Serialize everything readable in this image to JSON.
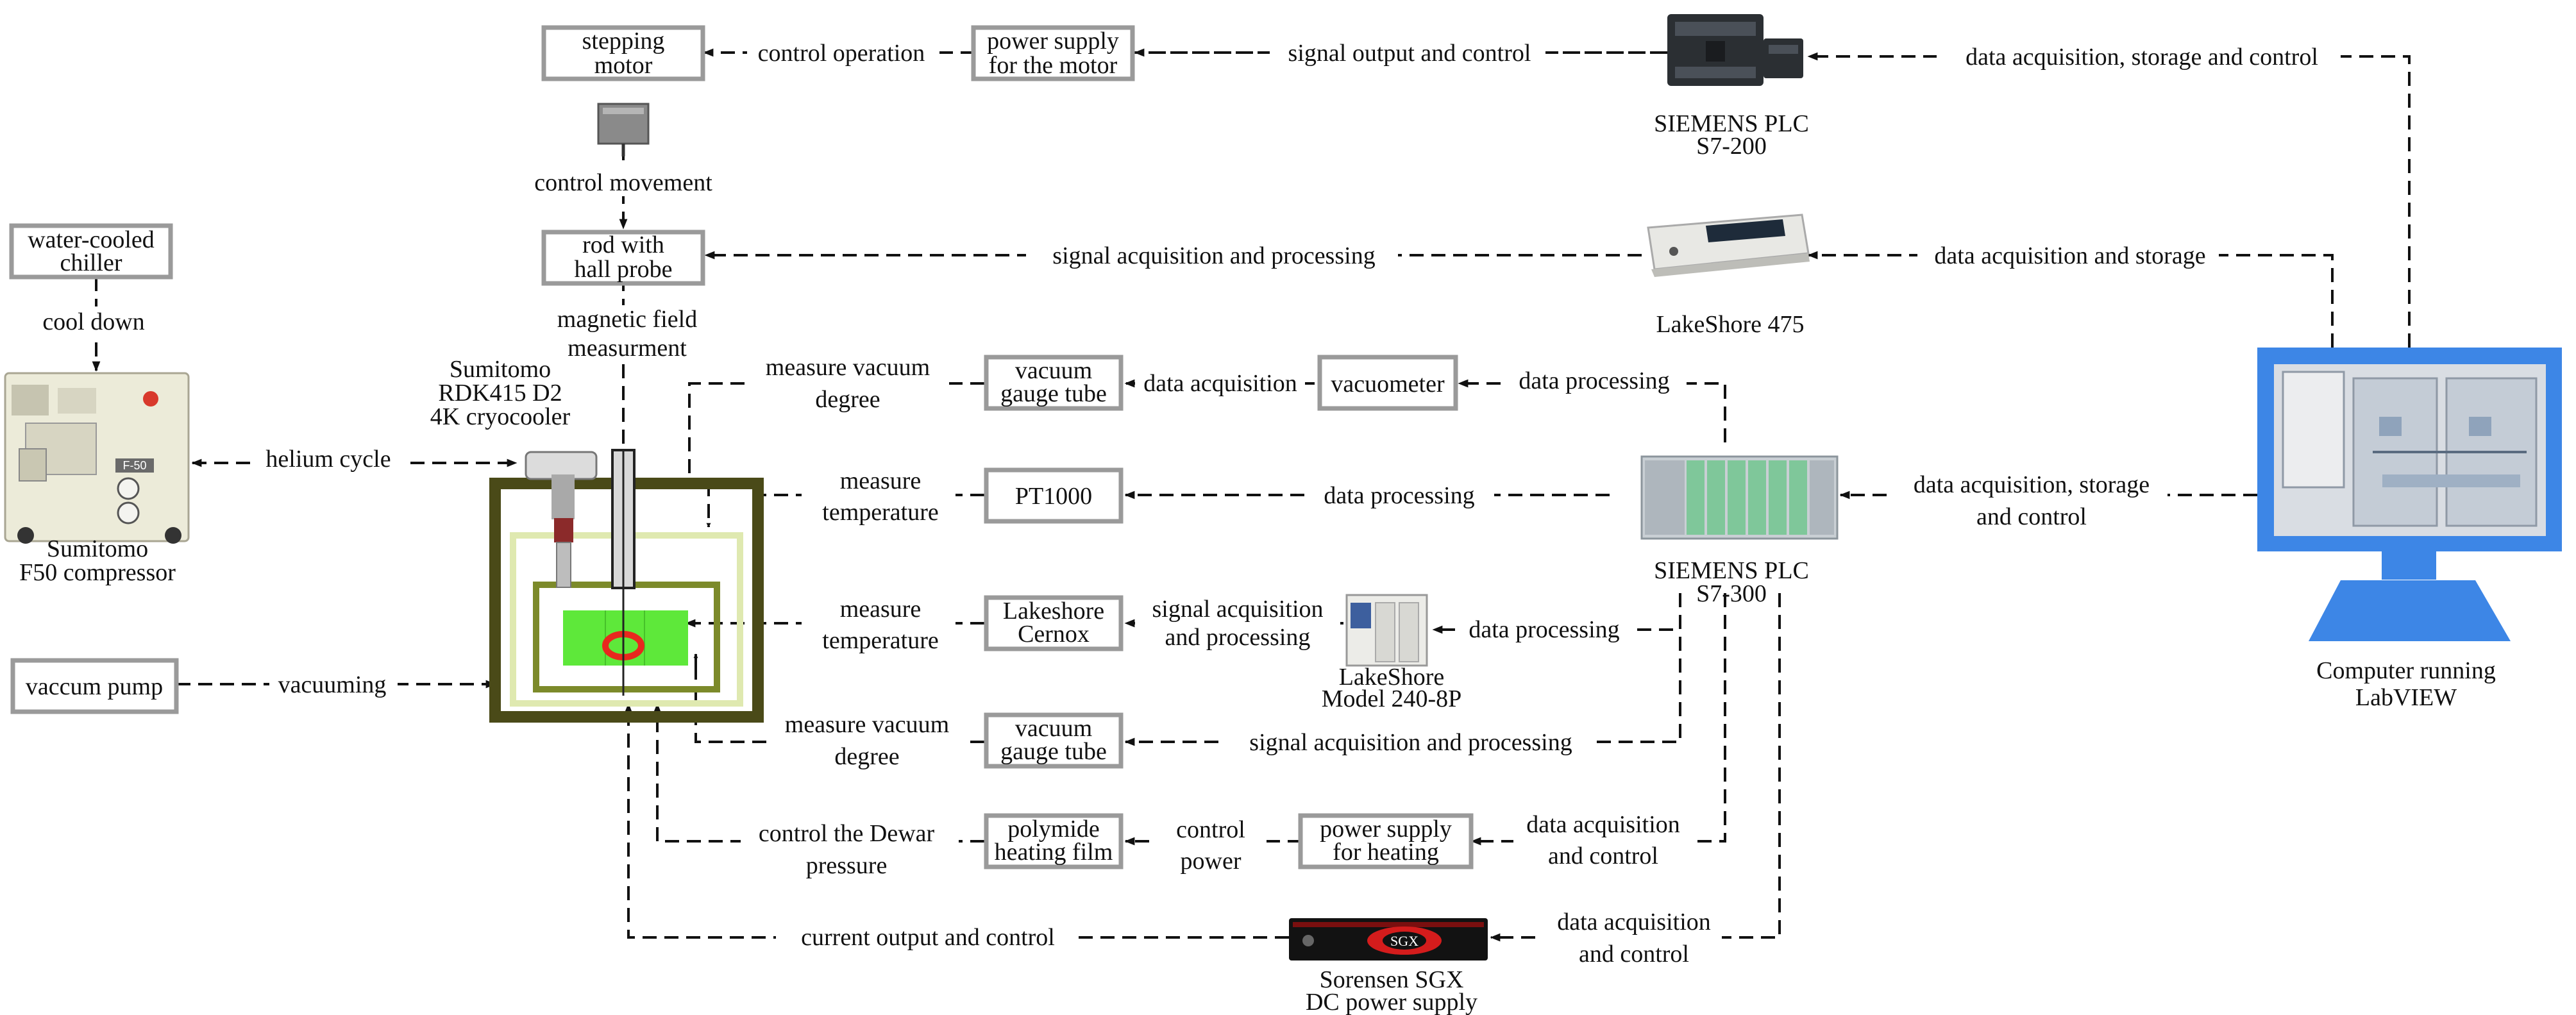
{
  "boxes": {
    "stepping_motor": [
      "stepping",
      "motor"
    ],
    "power_supply_motor": [
      "power supply",
      "for the motor"
    ],
    "rod_hall_probe": [
      "rod with",
      "hall probe"
    ],
    "water_chiller": [
      "water-cooled",
      "chiller"
    ],
    "vacuum_gauge_1": [
      "vacuum",
      "gauge tube"
    ],
    "vacuometer": [
      "vacuometer"
    ],
    "pt1000": [
      "PT1000"
    ],
    "lakeshore_cernox": [
      "Lakeshore",
      "Cernox"
    ],
    "vacuum_gauge_2": [
      "vacuum",
      "gauge tube"
    ],
    "polymide_film": [
      "polymide",
      "heating film"
    ],
    "power_supply_heating": [
      "power supply",
      "for heating"
    ],
    "vaccum_pump": [
      "vaccum pump"
    ]
  },
  "device_labels": {
    "siemens_s7_200": [
      "SIEMENS PLC",
      "S7-200"
    ],
    "lakeshore_475": [
      "LakeShore 475"
    ],
    "siemens_s7_300": [
      "SIEMENS PLC",
      "S7-300"
    ],
    "lakeshore_240": [
      "LakeShore",
      "Model 240-8P"
    ],
    "sorensen": [
      "Sorensen SGX",
      "DC power supply"
    ],
    "computer": [
      "Computer running",
      "LabVIEW"
    ],
    "compressor": [
      "Sumitomo",
      "F50 compressor"
    ],
    "cryocooler": [
      "Sumitomo",
      "RDK415 D2",
      "4K cryocooler"
    ],
    "compressor_badge": "F-50",
    "sorensen_badge": "SGX"
  },
  "edge_labels": {
    "control_operation": [
      "control operation"
    ],
    "signal_output_control": [
      "signal output and control"
    ],
    "daq_storage_control_top": [
      "data acquisition, storage and control"
    ],
    "control_movement": [
      "control movement"
    ],
    "signal_acq_processing_hall": [
      "signal acquisition and processing"
    ],
    "daq_storage": [
      "data acquisition and storage"
    ],
    "cool_down": [
      "cool down"
    ],
    "magnetic_field": [
      "magnetic field",
      "measurment"
    ],
    "measure_vacuum_1": [
      "measure vacuum",
      "degree"
    ],
    "data_acquisition_vac": [
      "data acquisition"
    ],
    "data_processing_vac": [
      "data processing"
    ],
    "helium_cycle": [
      "helium cycle"
    ],
    "measure_temp_1": [
      "measure",
      "temperature"
    ],
    "data_processing_pt": [
      "data processing"
    ],
    "daq_storage_control_mid": [
      "data acquisition, storage",
      "and control"
    ],
    "measure_temp_2": [
      "measure",
      "temperature"
    ],
    "signal_acq_processing_cernox": [
      "signal acquisition",
      "and processing"
    ],
    "data_processing_240": [
      "data processing"
    ],
    "vacuuming": [
      "vacuuming"
    ],
    "measure_vacuum_2": [
      "measure vacuum",
      "degree"
    ],
    "signal_acq_processing_gauge2": [
      "signal acquisition and processing"
    ],
    "control_dewar": [
      "control the Dewar",
      "pressure"
    ],
    "control_power": [
      "control",
      "power"
    ],
    "daq_control_heating": [
      "data acquisition",
      "and control"
    ],
    "current_output": [
      "current output and control"
    ],
    "daq_control_sorensen": [
      "data acquisition",
      "and control"
    ]
  },
  "colors": {
    "box_border": "#9a9a9a",
    "dewar_outer": "#4a4a18",
    "dewar_mid": "#dfe9b0",
    "dewar_inner": "#7c8a2a",
    "magnet_green": "#5ee83a",
    "coil_red": "#e8281e",
    "screen_blue": "#3d86e6",
    "plc_green": "#7fc79a"
  },
  "icons": [
    "stepping-motor-icon",
    "plc-s7-200-icon",
    "lakeshore-475-icon",
    "plc-s7-300-icon",
    "lakeshore-240-icon",
    "sorensen-sgx-icon",
    "computer-monitor-icon",
    "compressor-f50-icon",
    "cryocooler-icon",
    "dewar-icon"
  ]
}
